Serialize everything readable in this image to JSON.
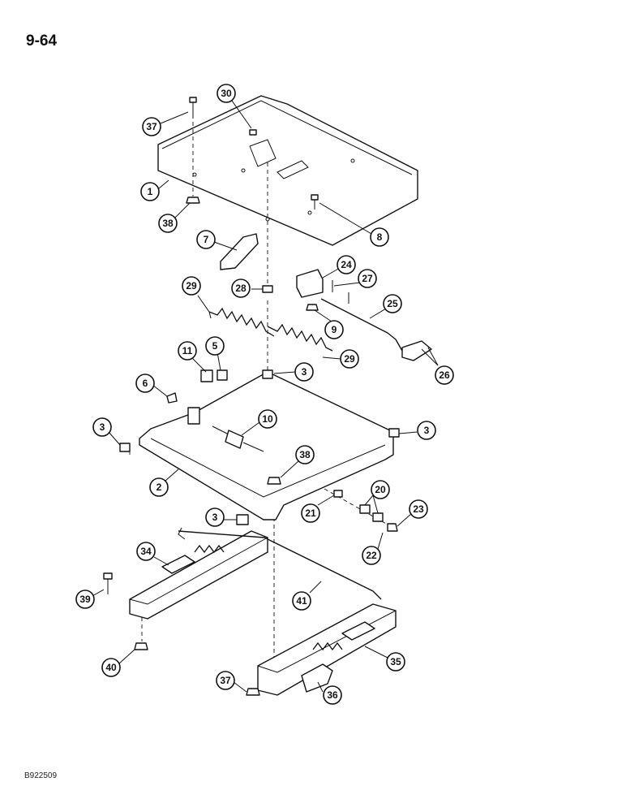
{
  "page": {
    "number": "9-64",
    "figure_id": "B922509"
  },
  "callouts": [
    {
      "id": "c37a",
      "label": "37"
    },
    {
      "id": "c30",
      "label": "30"
    },
    {
      "id": "c1",
      "label": "1"
    },
    {
      "id": "c38a",
      "label": "38"
    },
    {
      "id": "c8",
      "label": "8"
    },
    {
      "id": "c7",
      "label": "7"
    },
    {
      "id": "c24",
      "label": "24"
    },
    {
      "id": "c27",
      "label": "27"
    },
    {
      "id": "c29a",
      "label": "29"
    },
    {
      "id": "c28",
      "label": "28"
    },
    {
      "id": "c9",
      "label": "9"
    },
    {
      "id": "c25",
      "label": "25"
    },
    {
      "id": "c29b",
      "label": "29"
    },
    {
      "id": "c26",
      "label": "26"
    },
    {
      "id": "c11",
      "label": "11"
    },
    {
      "id": "c5",
      "label": "5"
    },
    {
      "id": "c3a",
      "label": "3"
    },
    {
      "id": "c6",
      "label": "6"
    },
    {
      "id": "c10",
      "label": "10"
    },
    {
      "id": "c3b",
      "label": "3"
    },
    {
      "id": "c3c",
      "label": "3"
    },
    {
      "id": "c38b",
      "label": "38"
    },
    {
      "id": "c2",
      "label": "2"
    },
    {
      "id": "c20",
      "label": "20"
    },
    {
      "id": "c21",
      "label": "21"
    },
    {
      "id": "c23",
      "label": "23"
    },
    {
      "id": "c3d",
      "label": "3"
    },
    {
      "id": "c22",
      "label": "22"
    },
    {
      "id": "c34",
      "label": "34"
    },
    {
      "id": "c39",
      "label": "39"
    },
    {
      "id": "c41",
      "label": "41"
    },
    {
      "id": "c40",
      "label": "40"
    },
    {
      "id": "c35",
      "label": "35"
    },
    {
      "id": "c37b",
      "label": "37"
    },
    {
      "id": "c36",
      "label": "36"
    }
  ]
}
